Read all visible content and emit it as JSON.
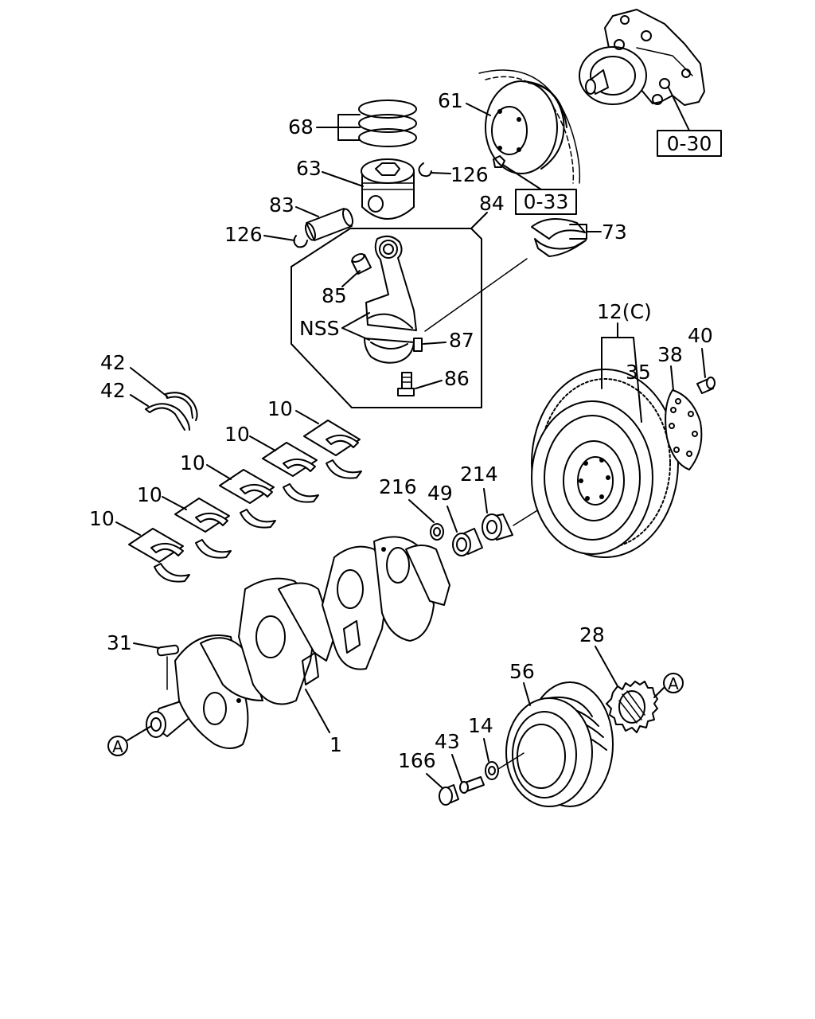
{
  "labels": {
    "p61": "61",
    "p68": "68",
    "p63": "63",
    "p126a": "126",
    "p83": "83",
    "p126b": "126",
    "p84": "84",
    "p73": "73",
    "p85": "85",
    "nss": "NSS",
    "p87": "87",
    "p86": "86",
    "p12c": "12(C)",
    "p35": "35",
    "p38": "38",
    "p40": "40",
    "p42a": "42",
    "p42b": "42",
    "p10a": "10",
    "p10b": "10",
    "p10c": "10",
    "p10d": "10",
    "p10e": "10",
    "p216": "216",
    "p49": "49",
    "p214": "214",
    "p31": "31",
    "p1": "1",
    "p28": "28",
    "p56": "56",
    "p14": "14",
    "p43": "43",
    "p166": "166"
  },
  "refs": {
    "r030": "0-30",
    "r033": "0-33"
  },
  "markers": {
    "a_left": "A",
    "a_right": "A"
  }
}
